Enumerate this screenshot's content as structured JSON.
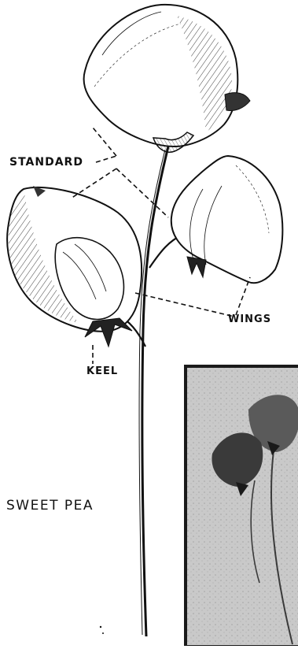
{
  "labels": {
    "standard": "STANDARD",
    "wings": "WINGS",
    "keel": "KEEL",
    "title": "SWEET PEA"
  },
  "colors": {
    "ink": "#111111",
    "paper": "#ffffff",
    "photo_bg": "#c9c9c9",
    "photo_border": "#1a1a1a",
    "photo_flower": "#3a3a3a"
  }
}
